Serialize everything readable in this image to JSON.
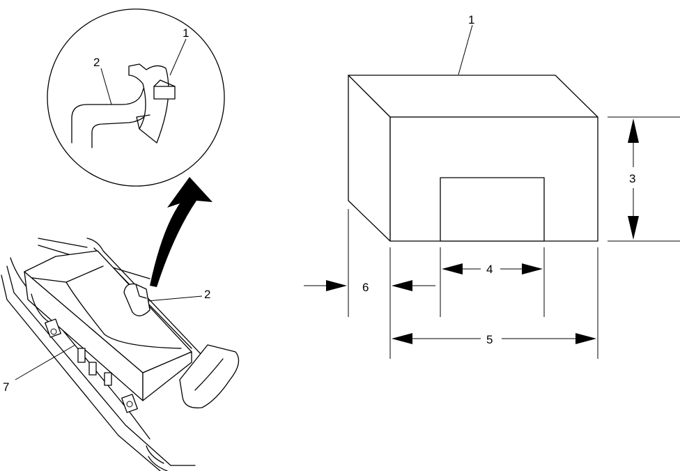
{
  "callouts": {
    "detail_bracket": "1",
    "detail_cable": "2",
    "cable": "2",
    "module": "7",
    "box": "1",
    "height": "3",
    "opening_width": "4",
    "overall_width": "5",
    "depth": "6"
  }
}
